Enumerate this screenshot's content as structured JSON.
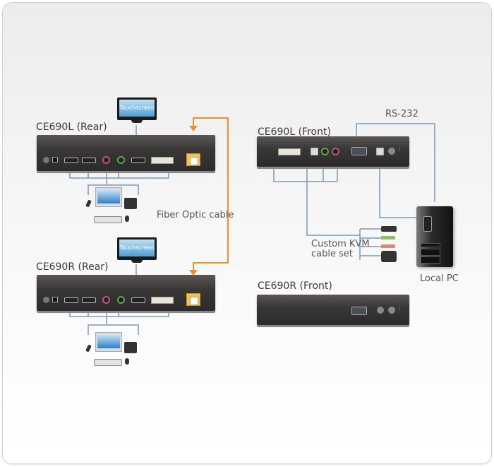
{
  "labels": {
    "ce690l_rear": "CE690L (Rear)",
    "ce690r_rear": "CE690R (Rear)",
    "ce690l_front": "CE690L (Front)",
    "ce690r_front": "CE690R (Front)",
    "rs232": "RS-232",
    "fiber_optic_cable": "Fiber Optic cable",
    "custom_kvm_line1": "Custom KVM",
    "custom_kvm_line2": "cable set",
    "local_pc": "Local PC",
    "touchscreen_top": "Touchscreen",
    "touchscreen_bottom": "Touchscreen"
  },
  "colors": {
    "cable_line": "#7a9ab5",
    "fiber_cable": "#e8902a",
    "device_body": "#3a3837"
  },
  "icons": {
    "touchscreen": "monitor-icon",
    "console_monitor": "monitor-icon",
    "microphone": "microphone-icon",
    "speakers": "speakers-icon",
    "keyboard": "keyboard-icon",
    "mouse": "mouse-icon",
    "computer": "pc-tower-icon",
    "usb_plug": "usb-plug-icon",
    "audio_plug_green": "audio-plug-icon",
    "audio_plug_pink": "audio-plug-icon",
    "dvi_plug": "dvi-plug-icon"
  }
}
